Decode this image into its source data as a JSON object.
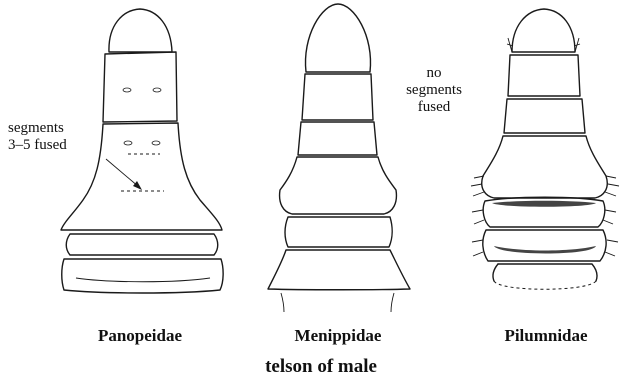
{
  "figure": {
    "title": "telson of male",
    "families": [
      {
        "id": "panopeidae",
        "name": "Panopeidae"
      },
      {
        "id": "menippidae",
        "name": "Menippidae"
      },
      {
        "id": "pilumnidae",
        "name": "Pilumnidae"
      }
    ],
    "annotations": {
      "panopeidae_note_line1": "segments",
      "panopeidae_note_line2": "3–5 fused",
      "pilumnidae_note_line1": "no",
      "pilumnidae_note_line2": "segments",
      "pilumnidae_note_line3": "fused"
    }
  }
}
